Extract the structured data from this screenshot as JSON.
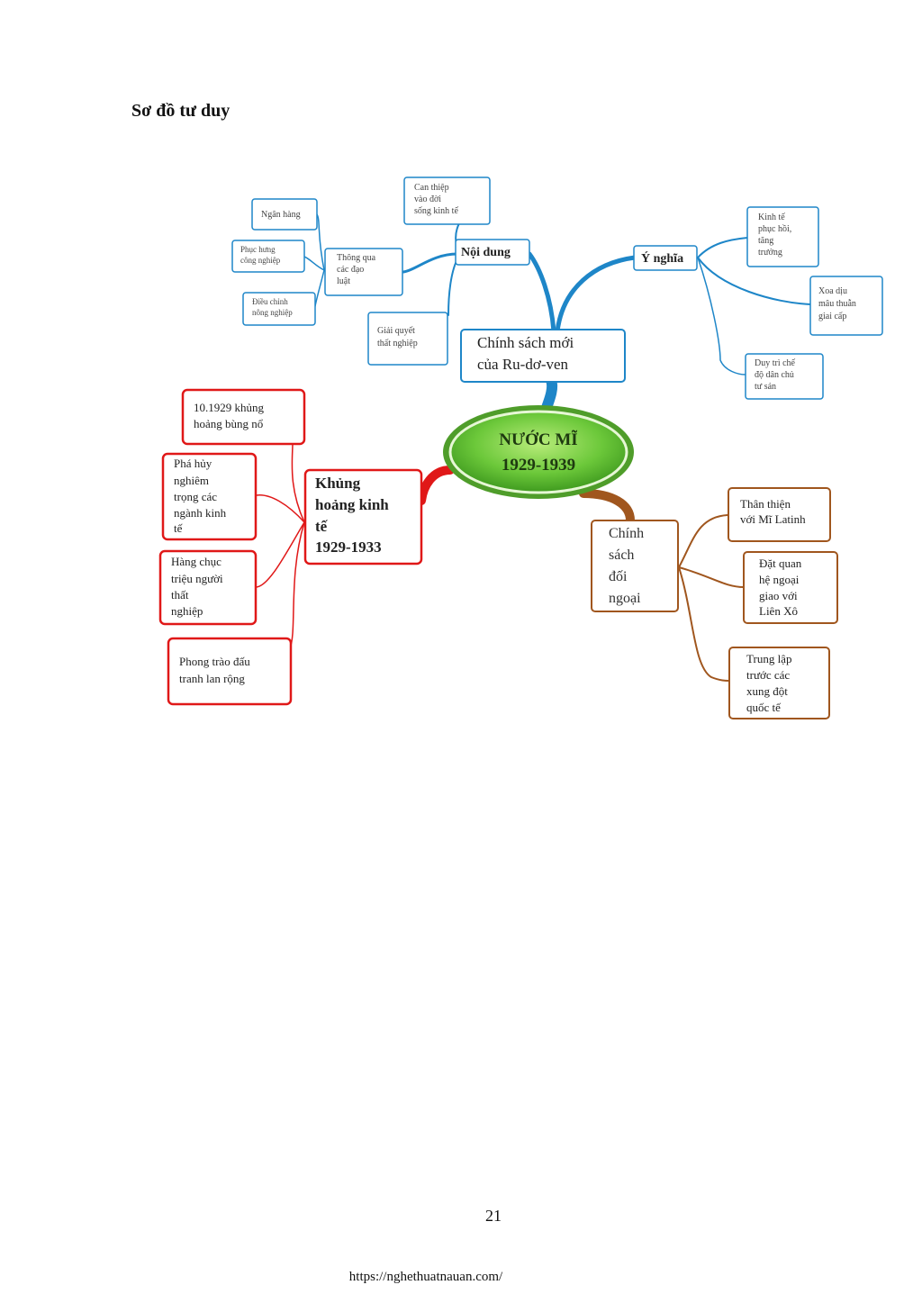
{
  "title": "Sơ đồ tư duy",
  "center": {
    "lines": [
      "NƯỚC MĨ",
      "1929-1939"
    ]
  },
  "blue_branch": {
    "main": [
      "Chính sách mới",
      "của Ru-dơ-ven"
    ],
    "noi_dung": "Nội dung",
    "y_nghia": "Ý nghĩa",
    "thong_qua": [
      "Thông qua",
      "các đạo",
      "luật"
    ],
    "ngan_hang": "Ngân hàng",
    "phuc_hung": [
      "Phục hưng",
      "công nghiệp"
    ],
    "dieu_chinh": [
      "Điều chỉnh",
      "nông nghiệp"
    ],
    "can_thiep": [
      "Can thiệp",
      "vào đời",
      "sống kinh tế"
    ],
    "giai_quyet": [
      "Giải quyết",
      "thất nghiệp"
    ],
    "kinh_te": [
      "Kinh tế",
      "phục hồi,",
      "tăng",
      "trưởng"
    ],
    "xoa_diu": [
      "Xoa dịu",
      "mâu thuẫn",
      "giai cấp"
    ],
    "duy_tri": [
      "Duy trì chế",
      "độ dân chủ",
      "tư sản"
    ]
  },
  "red_branch": {
    "main": [
      "Khủng",
      "hoảng kinh",
      "tế",
      "1929-1933"
    ],
    "items": [
      [
        "10.1929 khủng",
        "hoảng bùng nổ"
      ],
      [
        "Phá hủy",
        "nghiêm",
        "trọng các",
        "ngành kinh",
        "tế"
      ],
      [
        "Hàng chục",
        "triệu người",
        "thất",
        "nghiệp"
      ],
      [
        "Phong trào đấu",
        "tranh lan rộng"
      ]
    ]
  },
  "brown_branch": {
    "main": [
      "Chính",
      "sách",
      "đối",
      "ngoại"
    ],
    "items": [
      [
        "Thân thiện",
        "với Mĩ Latinh"
      ],
      [
        "Đặt quan",
        "hệ ngoại",
        "giao với",
        "Liên Xô"
      ],
      [
        "Trung lập",
        "trước các",
        "xung đột",
        "quốc tế"
      ]
    ]
  },
  "colors": {
    "blue": "#1e86c8",
    "red": "#e01818",
    "brown": "#a0561e",
    "green": "#5cb82e"
  },
  "page_number": "21",
  "footer_url": "https://nghethuatnauan.com/"
}
